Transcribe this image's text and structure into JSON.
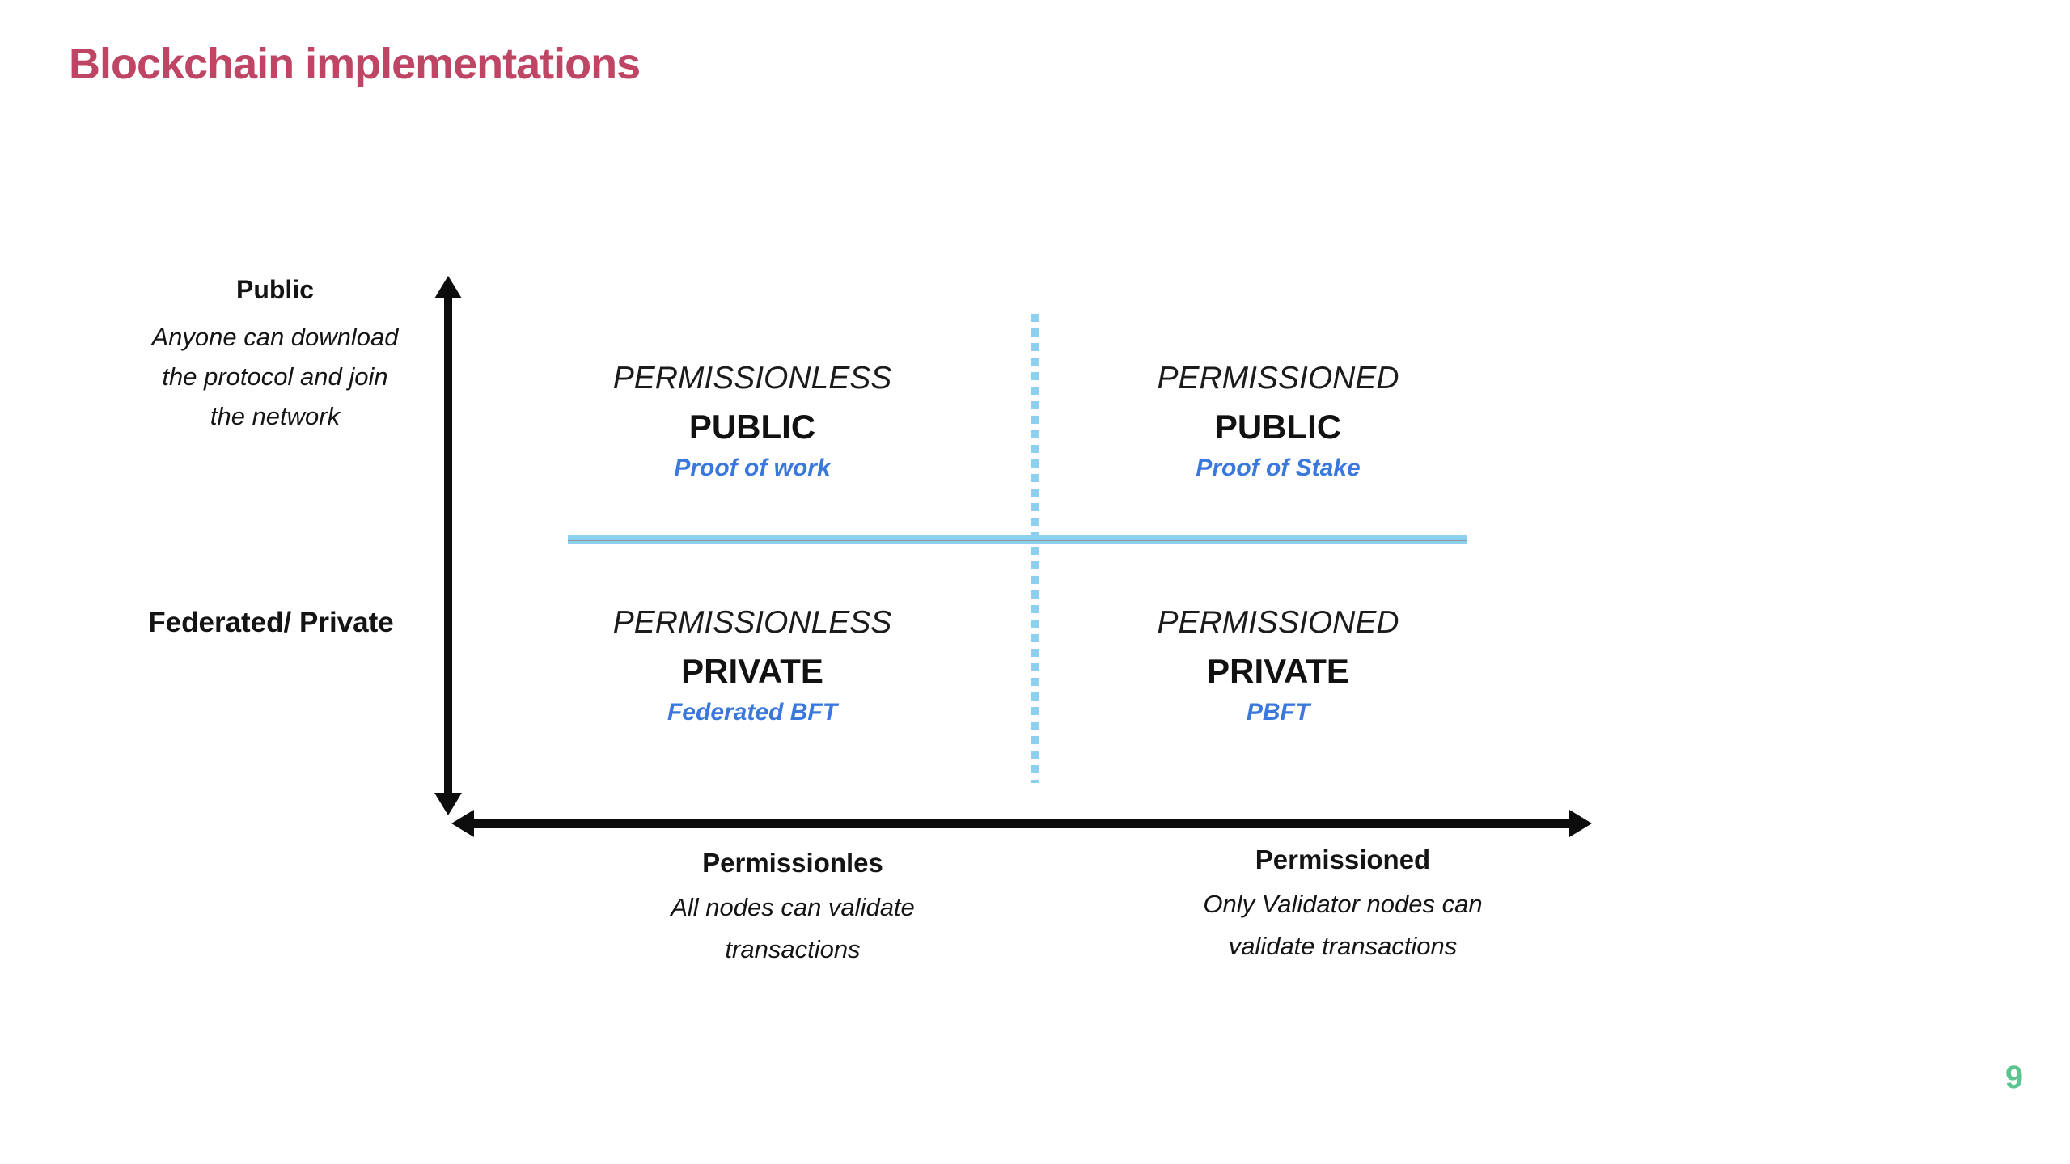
{
  "title": "Blockchain implementations",
  "page_number": "9",
  "colors": {
    "title_color": "#bf4565",
    "accent_blue": "#3b78dc",
    "divider_blue": "#8ccfee",
    "divider_gray": "#8f989e",
    "axis_color": "#0d0d0d",
    "page_number_color": "#5cc58f"
  },
  "y_axis": {
    "top_label": "Public",
    "top_desc": [
      "Anyone can download",
      "the protocol and join",
      "the network"
    ],
    "bottom_label": "Federated/ Private"
  },
  "x_axis": {
    "left": {
      "label": "Permissionles",
      "desc": [
        "All nodes can validate",
        "transactions"
      ]
    },
    "right": {
      "label": "Permissioned",
      "desc": [
        "Only Validator nodes can",
        "validate transactions"
      ]
    }
  },
  "quadrants": {
    "top_left": {
      "type": "PERMISSIONLESS",
      "visibility": "PUBLIC",
      "consensus": "Proof of work"
    },
    "top_right": {
      "type": "PERMISSIONED",
      "visibility": "PUBLIC",
      "consensus": "Proof of Stake"
    },
    "bottom_left": {
      "type": "PERMISSIONLESS",
      "visibility": "PRIVATE",
      "consensus": "Federated BFT"
    },
    "bottom_right": {
      "type": "PERMISSIONED",
      "visibility": "PRIVATE",
      "consensus": "PBFT"
    }
  }
}
